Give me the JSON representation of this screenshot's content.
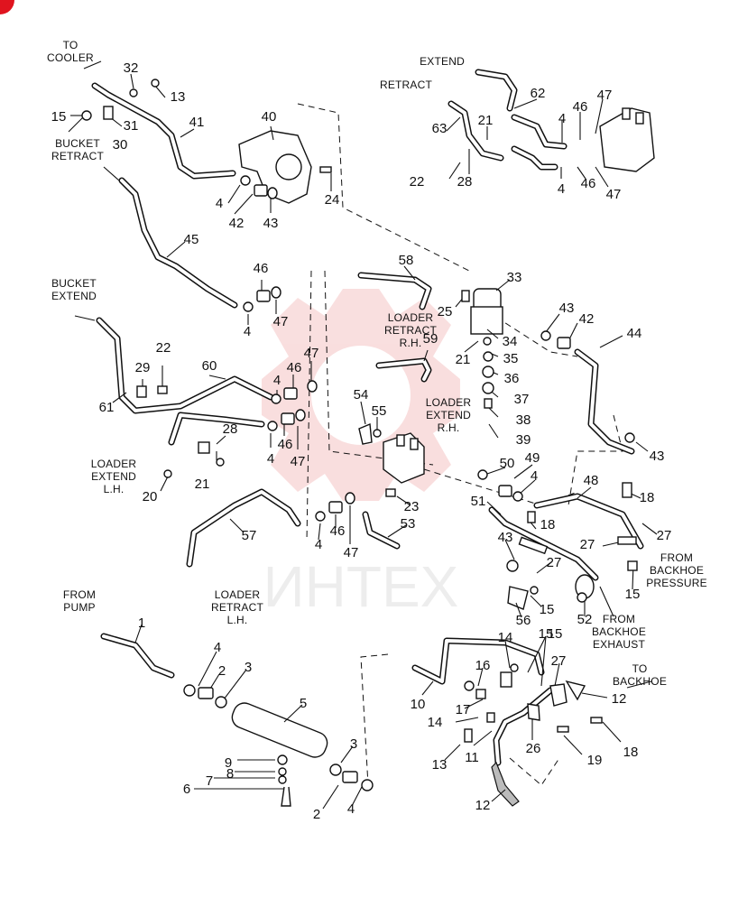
{
  "diagram": {
    "watermark_text": "ИНТЕХ",
    "colors": {
      "ink": "#111111",
      "watermark": "#f2b8b8",
      "corner_mark": "#e0141f"
    },
    "labels": {
      "to_cooler": [
        "TO",
        "COOLER"
      ],
      "bucket_retract": [
        "BUCKET",
        "RETRACT"
      ],
      "bucket_extend": [
        "BUCKET",
        "EXTEND"
      ],
      "extend": [
        "EXTEND"
      ],
      "retract": [
        "RETRACT"
      ],
      "loader_retract_rh": [
        "LOADER",
        "RETRACT",
        "R.H."
      ],
      "loader_extend_rh": [
        "LOADER",
        "EXTEND",
        "R.H."
      ],
      "loader_extend_lh": [
        "LOADER",
        "EXTEND",
        "L.H."
      ],
      "loader_retract_lh": [
        "LOADER",
        "RETRACT",
        "L.H."
      ],
      "from_pump": [
        "FROM",
        "PUMP"
      ],
      "from_backhoe_pressure": [
        "FROM",
        "BACKHOE",
        "PRESSURE"
      ],
      "from_backhoe_exhaust": [
        "FROM",
        "BACKHOE",
        "EXHAUST"
      ],
      "to_backhoe": [
        "TO",
        "BACKHOE"
      ]
    },
    "callouts": [
      "32",
      "13",
      "15",
      "31",
      "30",
      "41",
      "40",
      "24",
      "4",
      "42",
      "43",
      "45",
      "46",
      "47",
      "4",
      "62",
      "63",
      "21",
      "46",
      "47",
      "4",
      "22",
      "28",
      "4",
      "46",
      "47",
      "58",
      "33",
      "25",
      "34",
      "35",
      "36",
      "37",
      "38",
      "39",
      "43",
      "42",
      "44",
      "43",
      "59",
      "21",
      "29",
      "22",
      "60",
      "4",
      "46",
      "47",
      "61",
      "28",
      "21",
      "20",
      "4",
      "46",
      "47",
      "54",
      "55",
      "50",
      "49",
      "4",
      "23",
      "51",
      "18",
      "48",
      "18",
      "27",
      "27",
      "53",
      "57",
      "4",
      "46",
      "47",
      "43",
      "27",
      "52",
      "15",
      "56",
      "15",
      "1",
      "4",
      "2",
      "3",
      "5",
      "9",
      "8",
      "7",
      "6",
      "3",
      "2",
      "4",
      "10",
      "14",
      "16",
      "17",
      "15",
      "15",
      "27",
      "12",
      "14",
      "11",
      "26",
      "19",
      "18",
      "13",
      "12"
    ]
  }
}
